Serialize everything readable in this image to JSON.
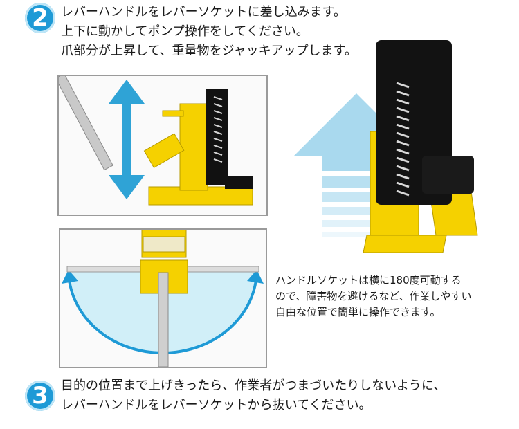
{
  "step2": {
    "badge": "2",
    "lines": [
      "レバーハンドルをレバーソケットに差し込みます。",
      "上下に動かしてポンプ操作をしてください。",
      "爪部分が上昇して、重量物をジャッキアップします。"
    ]
  },
  "rotation": {
    "caption": [
      "ハンドルソケットは横に180度可動する",
      "ので、障害物を避けるなど、作業しやすい",
      "自由な位置で簡単に操作できます。"
    ]
  },
  "step3": {
    "badge": "3",
    "lines": [
      "目的の位置まで上げきったら、作業者がつまづいたりしないように、",
      "レバーハンドルをレバーソケットから抜いてください。"
    ]
  },
  "colors": {
    "accent_blue": "#1e9ad6",
    "arrow_light_blue": "#a9d9ee",
    "jack_yellow": "#f5d100",
    "jack_black": "#111111"
  }
}
